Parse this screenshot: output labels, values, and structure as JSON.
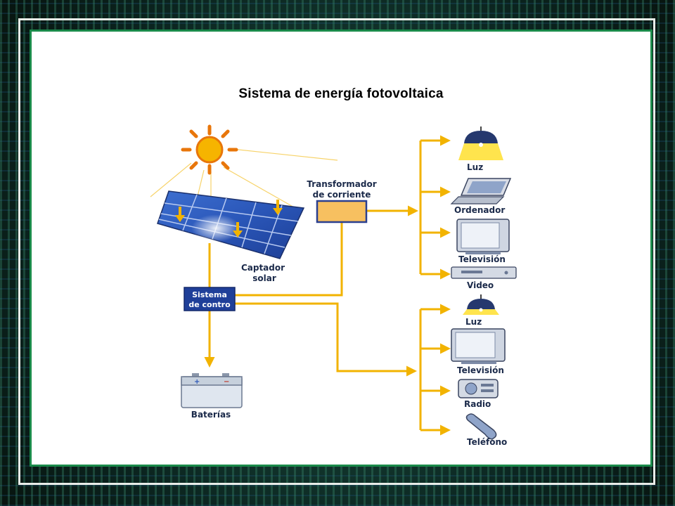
{
  "slide": {
    "title": "Sistema de energía fotovoltaica"
  },
  "diagram": {
    "labels": {
      "transformer_line1": "Transformador",
      "transformer_line2": "de corriente",
      "panel_line1": "Captador",
      "panel_line2": "solar",
      "control_line1": "Sistema",
      "control_line2": "de contro",
      "batteries": "Baterías"
    },
    "ac_loads": [
      "Luz",
      "Ordenador",
      "Televisión",
      "Video"
    ],
    "dc_loads": [
      "Luz",
      "Televisión",
      "Radio",
      "Teléfono"
    ],
    "colors": {
      "wire": "#f2b300",
      "sun": "#f6a300",
      "panel": "#2a56b8",
      "control_box": "#1f3f99",
      "transformer": "#f7c060",
      "frame": "#1a8a4a"
    },
    "icons": [
      "sun-icon",
      "solar-panel-icon",
      "battery-icon",
      "lamp-icon",
      "laptop-icon",
      "tv-icon",
      "vcr-icon",
      "radio-icon",
      "phone-icon"
    ]
  }
}
